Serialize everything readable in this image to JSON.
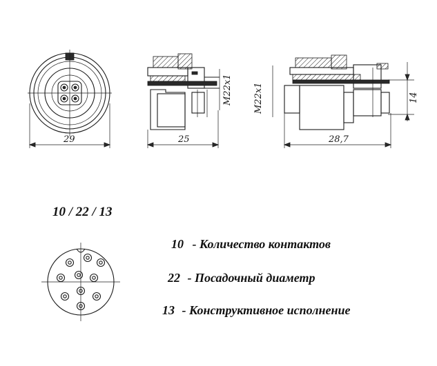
{
  "dimensions": {
    "front_width": "29",
    "side_width": "25",
    "side_thread": "M22x1",
    "assembly_width": "28,7",
    "assembly_thread": "M22x1",
    "assembly_height": "14"
  },
  "designation_code": "10 / 22 / 13",
  "legend": [
    {
      "number": "10",
      "text": "- Количество контактов"
    },
    {
      "number": "22",
      "text": "-  Посадочный диаметр"
    },
    {
      "number": "13",
      "text": "-  Конструктивное исполнение"
    }
  ]
}
